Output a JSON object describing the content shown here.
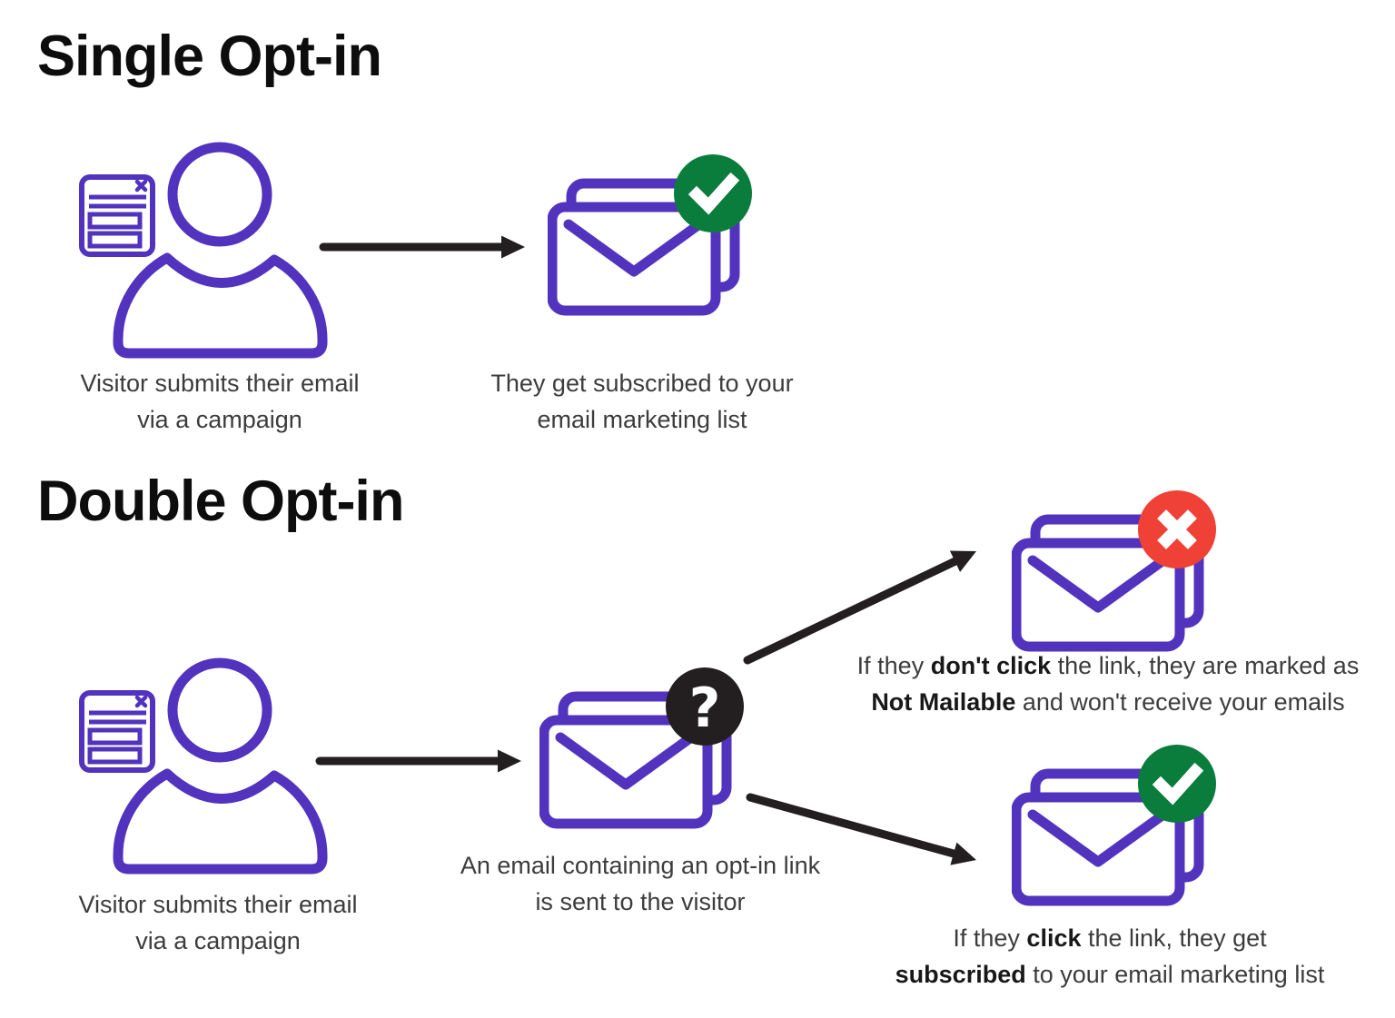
{
  "colors": {
    "purple": "#5233BE",
    "green": "#0A7C3C",
    "red": "#EF4136",
    "ink": "#231F20",
    "title": "#0D0D0D",
    "caption": "#3C3C3C"
  },
  "single": {
    "title": "Single Opt-in",
    "visitor_caption": {
      "line1": "Visitor submits their email",
      "line2": "via a campaign"
    },
    "subscribed_caption": {
      "line1": "They get subscribed to your",
      "line2": "email marketing list"
    }
  },
  "double": {
    "title": "Double Opt-in",
    "visitor_caption": {
      "line1": "Visitor submits their email",
      "line2": "via a campaign"
    },
    "optin_caption": {
      "line1": "An email containing an opt-in link",
      "line2": "is sent to the visitor"
    },
    "no_click": {
      "pre1": "If they ",
      "bold1": "don't click",
      "post1": " the link, they are marked as",
      "bold2": "Not Mailable",
      "post2": " and won't receive your emails"
    },
    "click": {
      "pre1": "If they ",
      "bold1": "click",
      "post1": " the link, they get",
      "bold2": "subscribed",
      "post2": " to your email marketing list"
    }
  },
  "icons": {
    "question_mark": "?",
    "person_form": "visitor-with-signup-form-icon",
    "envelope_checked": "email-subscribed-icon",
    "envelope_question": "email-confirmation-icon",
    "envelope_crossed": "email-not-mailable-icon",
    "arrow": "flow-arrow-icon"
  }
}
